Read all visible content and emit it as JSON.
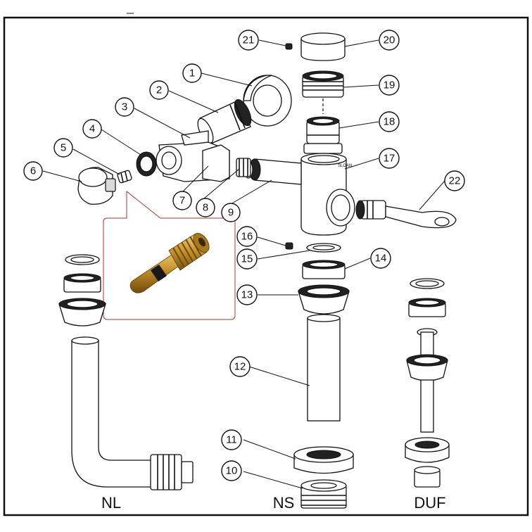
{
  "callouts": {
    "n1": "1",
    "n2": "2",
    "n3": "3",
    "n4": "4",
    "n5": "5",
    "n6": "6",
    "n7": "7",
    "n8": "8",
    "n9": "9",
    "n10": "10",
    "n11": "11",
    "n12": "12",
    "n13": "13",
    "n14": "14",
    "n15": "15",
    "n16": "16",
    "n17": "17",
    "n18": "18",
    "n19": "19",
    "n20": "20",
    "n21": "21",
    "n22": "22"
  },
  "groups": {
    "nl": "NL",
    "ns": "NS",
    "duf": "DUF"
  },
  "colors": {
    "frame": "#111111",
    "inset_border": "#b03030",
    "brass": "#c9962e",
    "brass_dark": "#8a6418"
  }
}
